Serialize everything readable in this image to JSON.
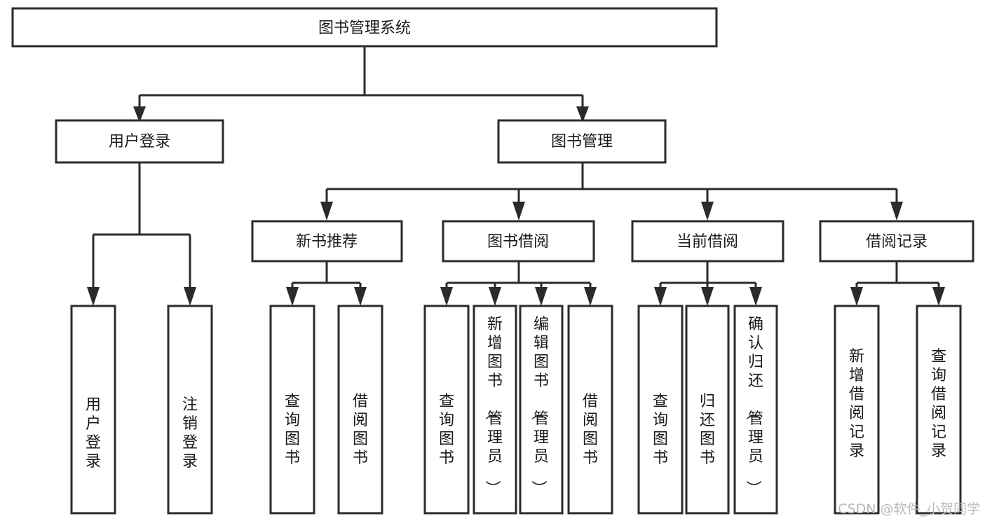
{
  "diagram": {
    "title": "图书管理系统",
    "type": "hierarchy-tree",
    "orientation": "top-down",
    "colors": {
      "background": "#ffffff",
      "box_fill": "#ffffff",
      "box_stroke": "#2b2b2b",
      "connector": "#2b2b2b",
      "label": "#1a1a1a",
      "watermark": "#b9b9b9"
    },
    "levels": {
      "level1": [
        {
          "id": "root",
          "label": "图书管理系统",
          "text_orientation": "horizontal"
        }
      ],
      "level2": [
        {
          "id": "user-login",
          "label": "用户登录",
          "text_orientation": "horizontal"
        },
        {
          "id": "book-manage",
          "label": "图书管理",
          "text_orientation": "horizontal"
        }
      ],
      "level3": [
        {
          "id": "new-book-rec",
          "label": "新书推荐",
          "text_orientation": "horizontal"
        },
        {
          "id": "book-borrow",
          "label": "图书借阅",
          "text_orientation": "horizontal"
        },
        {
          "id": "current-borrow",
          "label": "当前借阅",
          "text_orientation": "horizontal"
        },
        {
          "id": "borrow-record",
          "label": "借阅记录",
          "text_orientation": "horizontal"
        }
      ],
      "level4": [
        {
          "id": "leaf-user-login",
          "label": "用户登录",
          "parent": "user-login",
          "text_orientation": "vertical"
        },
        {
          "id": "leaf-logout",
          "label": "注销登录",
          "parent": "user-login",
          "text_orientation": "vertical"
        },
        {
          "id": "leaf-query-book-1",
          "label": "查询图书",
          "parent": "new-book-rec",
          "text_orientation": "vertical"
        },
        {
          "id": "leaf-borrow-book-1",
          "label": "借阅图书",
          "parent": "new-book-rec",
          "text_orientation": "vertical"
        },
        {
          "id": "leaf-query-book-2",
          "label": "查询图书",
          "parent": "book-borrow",
          "text_orientation": "vertical"
        },
        {
          "id": "leaf-add-book",
          "label": "新增图书（管理员）",
          "parent": "book-borrow",
          "text_orientation": "vertical"
        },
        {
          "id": "leaf-edit-book",
          "label": "编辑图书（管理员）",
          "parent": "book-borrow",
          "text_orientation": "vertical"
        },
        {
          "id": "leaf-borrow-book-2",
          "label": "借阅图书",
          "parent": "book-borrow",
          "text_orientation": "vertical"
        },
        {
          "id": "leaf-query-book-3",
          "label": "查询图书",
          "parent": "current-borrow",
          "text_orientation": "vertical"
        },
        {
          "id": "leaf-return-book",
          "label": "归还图书",
          "parent": "current-borrow",
          "text_orientation": "vertical"
        },
        {
          "id": "leaf-confirm-return",
          "label": "确认归还（管理员）",
          "parent": "current-borrow",
          "text_orientation": "vertical"
        },
        {
          "id": "leaf-add-record",
          "label": "新增借阅记录",
          "parent": "borrow-record",
          "text_orientation": "vertical"
        },
        {
          "id": "leaf-query-record",
          "label": "查询借阅记录",
          "parent": "borrow-record",
          "text_orientation": "vertical"
        }
      ]
    },
    "watermark": "CSDN @软件_小贺同学"
  }
}
